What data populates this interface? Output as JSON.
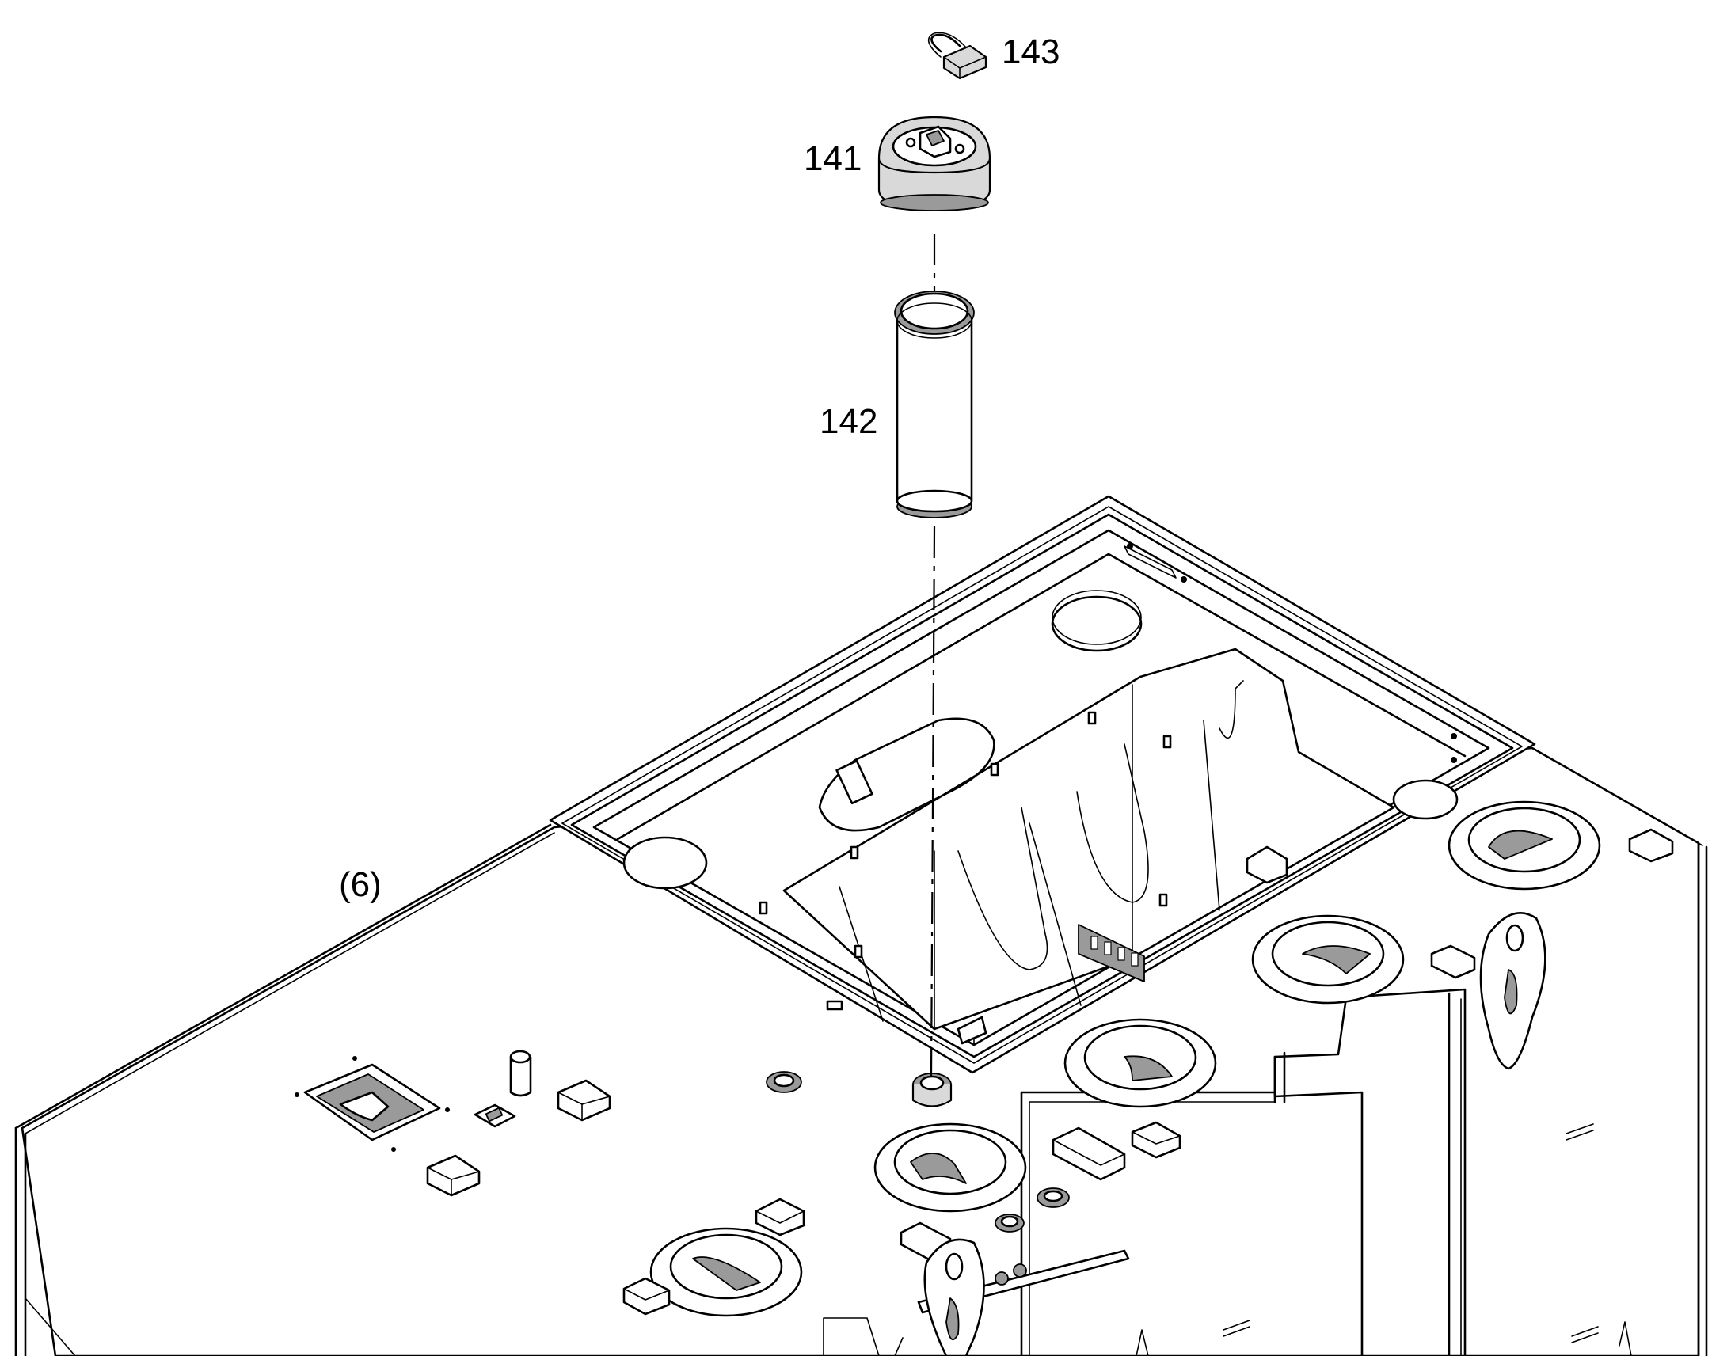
{
  "drawing": {
    "callouts": {
      "c143": "143",
      "c141": "141",
      "c142": "142",
      "c6": "(6)"
    }
  }
}
